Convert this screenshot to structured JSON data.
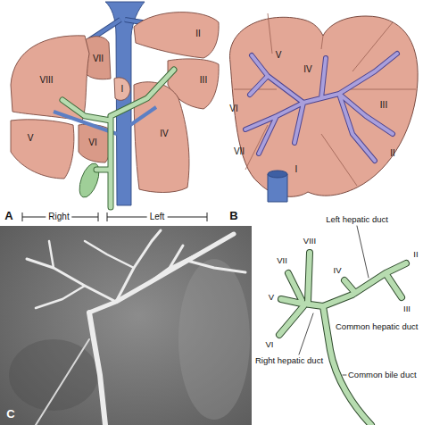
{
  "diagram": {
    "labels": [
      "II",
      "VII",
      "VIII",
      "III",
      "I",
      "IV",
      "V",
      "VI",
      "A",
      "Right",
      "Left",
      "V",
      "IV",
      "VI",
      "III",
      "VII",
      "II",
      "I",
      "B",
      "Left hepatic duct",
      "II",
      "VIII",
      "VII",
      "IV",
      "V",
      "III",
      "Common hepatic duct",
      "VI",
      "Right hepatic duct",
      "Common bile duct",
      "C"
    ]
  }
}
